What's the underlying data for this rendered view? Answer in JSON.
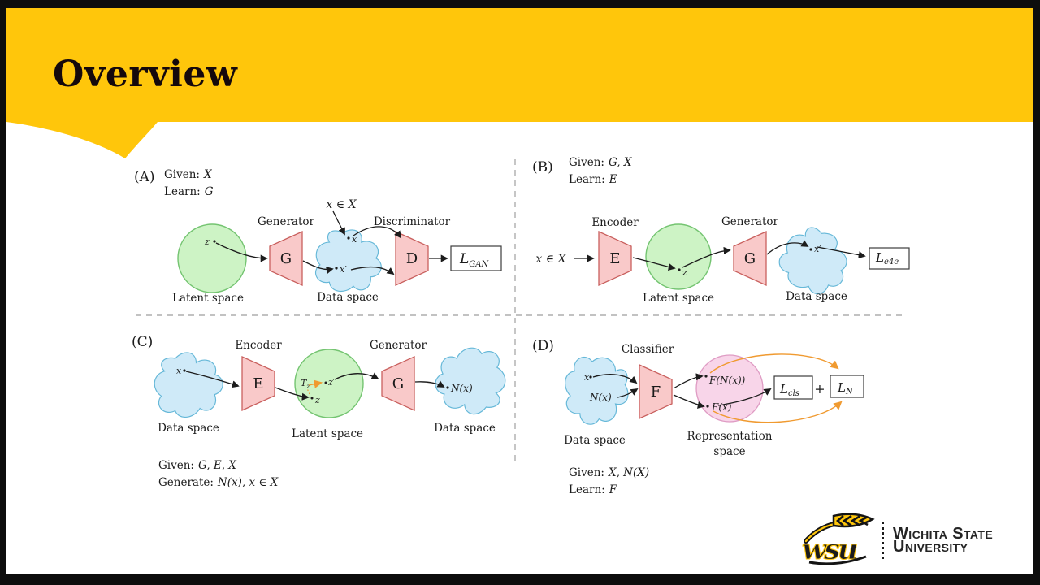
{
  "title": "Overview",
  "colors": {
    "gold": "#FFC60B",
    "frame_black": "#0D0D0D",
    "latent_green_fill": "#CDF3C5",
    "latent_green_stroke": "#74C471",
    "network_pink_fill": "#F9C9C9",
    "network_pink_stroke": "#C9605E",
    "data_blue_fill": "#CFEAF8",
    "data_blue_stroke": "#66B8D8",
    "representation_pink_fill": "#F7CFE6",
    "orange_arrow": "#F09A30"
  },
  "panel_a": {
    "tag": "(A)",
    "given_label": "Given:",
    "given_value": "X",
    "learn_label": "Learn:",
    "learn_value": "G",
    "generator": "Generator",
    "discriminator": "Discriminator",
    "x_in_x": "x ∈ X",
    "latent_space": "Latent space",
    "data_space": "Data space",
    "z": "z",
    "x": "x",
    "x_prime": "x′",
    "g": "G",
    "d": "D",
    "loss_main": "L",
    "loss_sub": "GAN"
  },
  "panel_b": {
    "tag": "(B)",
    "given_label": "Given:",
    "given_value": "G, X",
    "learn_label": "Learn:",
    "learn_value": "E",
    "x_in_x": "x ∈ X",
    "encoder": "Encoder",
    "generator": "Generator",
    "latent_space": "Latent space",
    "data_space": "Data space",
    "z": "z",
    "x_prime": "x′",
    "e": "E",
    "g": "G",
    "loss_main": "L",
    "loss_sub": "e4e"
  },
  "panel_c": {
    "tag": "(C)",
    "encoder": "Encoder",
    "generator": "Generator",
    "data_space_left": "Data space",
    "latent_space": "Latent space",
    "data_space_right": "Data space",
    "x": "x",
    "t_main": "T",
    "t_sub": "z",
    "z_prime": "z′",
    "z": "z",
    "e": "E",
    "g": "G",
    "n_of_x": "N(x)",
    "given_label": "Given:",
    "given_value": "G, E, X",
    "generate_label": "Generate:",
    "generate_value": "N(x), x ∈ X"
  },
  "panel_d": {
    "tag": "(D)",
    "classifier": "Classifier",
    "x": "x",
    "n_of_x": "N(x)",
    "f": "F",
    "f_of_n": "F(N(x))",
    "f_of_x": "F(x)",
    "loss_cls_main": "L",
    "loss_cls_sub": "cls",
    "plus": "+",
    "loss_n_main": "L",
    "loss_n_sub": "N",
    "data_space": "Data space",
    "repr_line1": "Representation",
    "repr_line2": "space",
    "given_label": "Given:",
    "given_value": "X, N(X)",
    "learn_label": "Learn:",
    "learn_value": "F"
  },
  "university": {
    "monogram": "wsu",
    "line1": "Wichita State",
    "line2": "University"
  }
}
